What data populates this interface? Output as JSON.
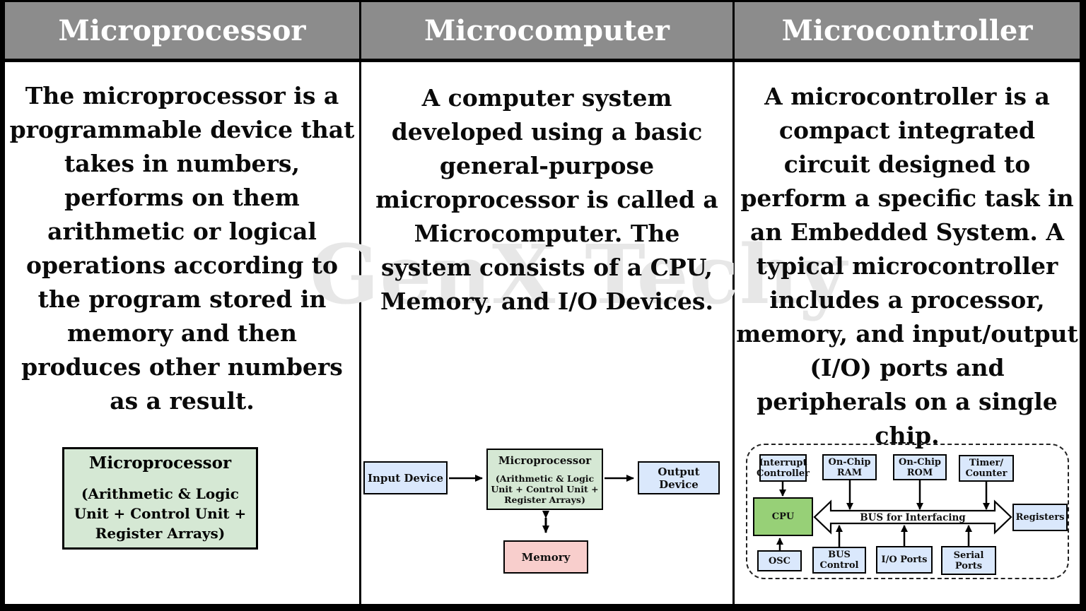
{
  "header": {
    "cols": [
      "Microprocessor",
      "Microcomputer",
      "Microcontroller"
    ]
  },
  "watermark": "GenX Techy",
  "microprocessor": {
    "description": "The microprocessor is a programmable device that takes in numbers, performs on them arithmetic or logical operations according to the program stored in memory and then produces other numbers as a result.",
    "diagram": {
      "title": "Microprocessor",
      "subtitle": "(Arithmetic & Logic Unit + Control Unit + Register Arrays)"
    }
  },
  "microcomputer": {
    "description": "A computer system developed using a basic general-purpose microprocessor is called a Microcomputer. The system consists of a CPU, Memory, and I/O Devices.",
    "diagram": {
      "input_label": "Input Device",
      "processor_title": "Microprocessor",
      "processor_subtitle": "(Arithmetic & Logic Unit + Control Unit + Register Arrays)",
      "output_label": "Output Device",
      "memory_label": "Memory"
    }
  },
  "microcontroller": {
    "description": "A microcontroller is a compact integrated circuit designed to perform a specific task in an Embedded System. A typical microcontroller includes a processor, memory, and input/output (I/O) ports and peripherals on a single chip.",
    "diagram": {
      "interrupt_controller": {
        "line1": "Interrupt",
        "line2": "Controller"
      },
      "onchip_ram": {
        "line1": "On-Chip",
        "line2": "RAM"
      },
      "onchip_rom": {
        "line1": "On-Chip",
        "line2": "ROM"
      },
      "timer_counter": {
        "line1": "Timer/",
        "line2": "Counter"
      },
      "cpu": "CPU",
      "bus_label": "BUS for Interfacing",
      "registers": "Registers",
      "osc": "OSC",
      "bus_control": {
        "line1": "BUS",
        "line2": "Control"
      },
      "io_ports": "I/O Ports",
      "serial_ports": {
        "line1": "Serial",
        "line2": "Ports"
      }
    }
  },
  "colors": {
    "header_bg": "#8c8c8c",
    "header_text": "#ffffff",
    "light_green": "#d5e8d4",
    "bright_green": "#97d077",
    "light_blue": "#dae8fc",
    "light_pink": "#f8cecc",
    "watermark_gray": "#e7e7e7"
  }
}
